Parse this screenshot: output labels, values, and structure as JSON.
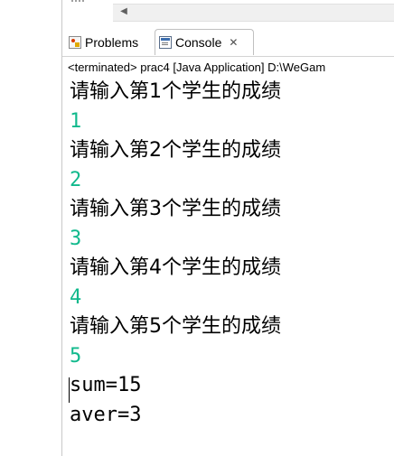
{
  "tabs": {
    "problems_label": "Problems",
    "console_label": "Console",
    "close_symbol": "✕"
  },
  "status": {
    "text": "<terminated> prac4 [Java Application] D:\\WeGam"
  },
  "console_lines": [
    {
      "kind": "prompt",
      "text": "请输入第1个学生的成绩"
    },
    {
      "kind": "input",
      "text": "1"
    },
    {
      "kind": "prompt",
      "text": "请输入第2个学生的成绩"
    },
    {
      "kind": "input",
      "text": "2"
    },
    {
      "kind": "prompt",
      "text": "请输入第3个学生的成绩"
    },
    {
      "kind": "input",
      "text": "3"
    },
    {
      "kind": "prompt",
      "text": "请输入第4个学生的成绩"
    },
    {
      "kind": "input",
      "text": "4"
    },
    {
      "kind": "prompt",
      "text": "请输入第5个学生的成绩"
    },
    {
      "kind": "input",
      "text": "5"
    },
    {
      "kind": "result",
      "text": "sum=15"
    },
    {
      "kind": "result",
      "text": "aver=3"
    }
  ],
  "colors": {
    "input_text": "#10b98c",
    "output_text": "#000000"
  },
  "icons": {
    "problems": "problems-icon",
    "console": "console-icon",
    "close": "close-icon",
    "scroll_left": "chevron-left-icon"
  },
  "scroll": {
    "left_arrow": "◀"
  }
}
